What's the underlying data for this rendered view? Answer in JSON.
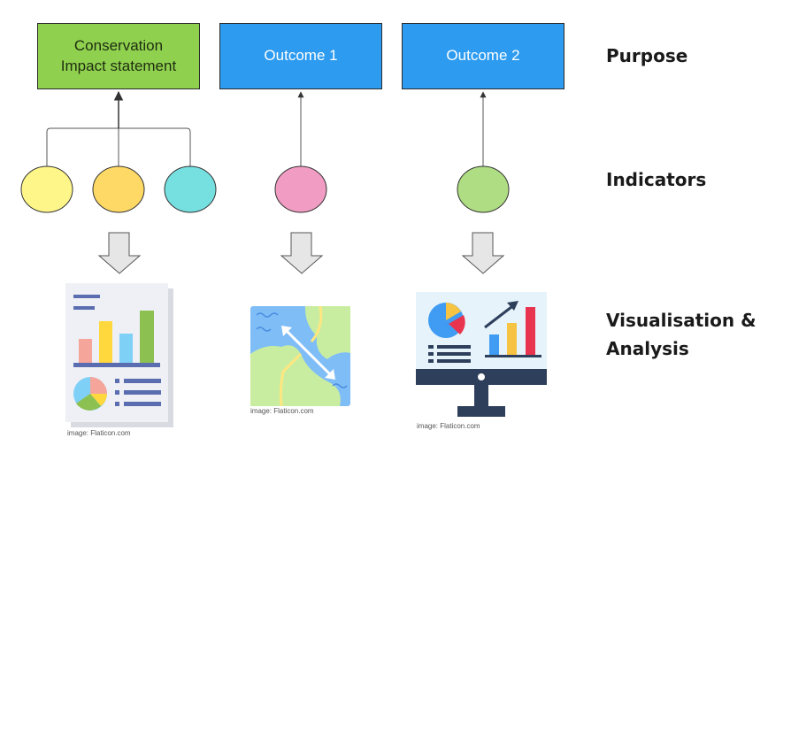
{
  "purpose": {
    "conservation_line1": "Conservation",
    "conservation_line2": "Impact statement",
    "outcome1": "Outcome 1",
    "outcome2": "Outcome 2"
  },
  "row_labels": {
    "purpose": "Purpose",
    "indicators": "Indicators",
    "visualisation_line1": "Visualisation &",
    "visualisation_line2": "Analysis"
  },
  "indicator_colors": {
    "conservation": [
      "#fff68a",
      "#ffd966",
      "#76dfe0"
    ],
    "outcome1": [
      "#f19cc3"
    ],
    "outcome2": [
      "#aedd83"
    ]
  },
  "credits": {
    "report": "image: Flaticon.com",
    "map": "image: Flaticon.com",
    "monitor": "image: Flaticon.com"
  },
  "icons": [
    "report-icon",
    "map-icon",
    "monitor-chart-icon"
  ]
}
